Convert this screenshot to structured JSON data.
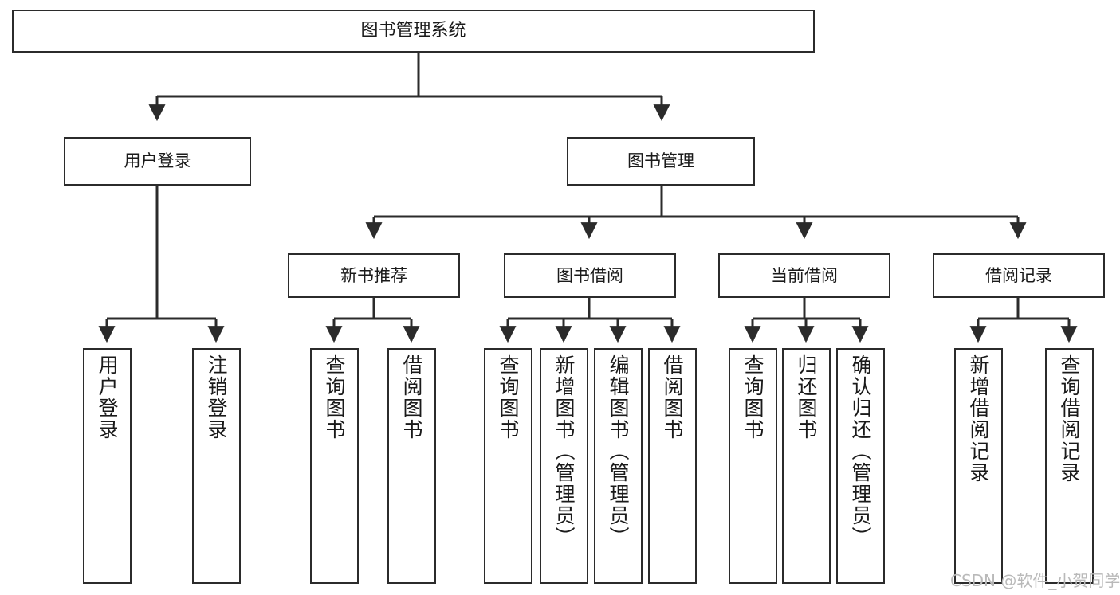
{
  "diagram": {
    "type": "tree",
    "title": "图书管理系统",
    "background": "#ffffff",
    "line_color": "#2b2b2b",
    "box_border": "#2b2b2b",
    "levels": 4,
    "root": {
      "label": "图书管理系统",
      "children": [
        {
          "label": "用户登录",
          "children": [
            {
              "label": "用户登录"
            },
            {
              "label": "注销登录"
            }
          ]
        },
        {
          "label": "图书管理",
          "children": [
            {
              "label": "新书推荐",
              "children": [
                {
                  "label": "查询图书"
                },
                {
                  "label": "借阅图书"
                }
              ]
            },
            {
              "label": "图书借阅",
              "children": [
                {
                  "label": "查询图书"
                },
                {
                  "label": "新增图书（管理员）"
                },
                {
                  "label": "编辑图书（管理员）"
                },
                {
                  "label": "借阅图书"
                }
              ]
            },
            {
              "label": "当前借阅",
              "children": [
                {
                  "label": "查询图书"
                },
                {
                  "label": "归还图书"
                },
                {
                  "label": "确认归还（管理员）"
                }
              ]
            },
            {
              "label": "借阅记录",
              "children": [
                {
                  "label": "新增借阅记录"
                },
                {
                  "label": "查询借阅记录"
                }
              ]
            }
          ]
        }
      ]
    }
  },
  "nodes": {
    "root": "图书管理系统",
    "user_login": "用户登录",
    "book_manage": "图书管理",
    "new_book_rec": "新书推荐",
    "book_borrow": "图书借阅",
    "current_borrow": "当前借阅",
    "borrow_record": "借阅记录",
    "leaf_user_login": "用户登录",
    "leaf_user_logout": "注销登录",
    "leaf_rec_query": "查询图书",
    "leaf_rec_borrow": "借阅图书",
    "leaf_bb_query": "查询图书",
    "leaf_bb_add": "新增图书（管理员）",
    "leaf_bb_edit": "编辑图书（管理员）",
    "leaf_bb_borrow": "借阅图书",
    "leaf_cb_query": "查询图书",
    "leaf_cb_return": "归还图书",
    "leaf_cb_confirm": "确认归还（管理员）",
    "leaf_br_add": "新增借阅记录",
    "leaf_br_query": "查询借阅记录"
  },
  "watermark": {
    "text": "CSDN @软件_小贺同学",
    "color": "#b9b9b9"
  }
}
